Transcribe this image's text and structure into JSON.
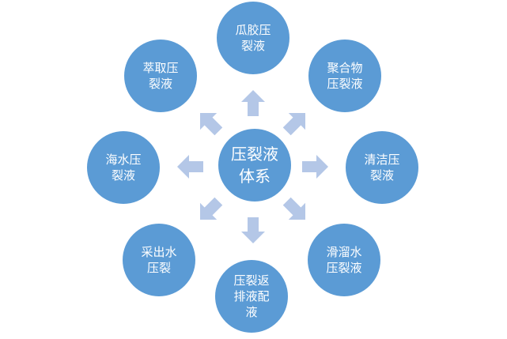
{
  "colors": {
    "node_fill": "#5b9bd5",
    "arrow_fill": "#b4c7e7",
    "text": "#ffffff"
  },
  "center": {
    "label": "压裂液\n体系"
  },
  "nodes": [
    {
      "id": "gua-jiao",
      "label": "瓜胶压\n裂液"
    },
    {
      "id": "ju-he-wu",
      "label": "聚合物\n压裂液"
    },
    {
      "id": "qing-jie",
      "label": "清洁压\n裂液"
    },
    {
      "id": "hua-liu-shui",
      "label": "滑溜水\n压裂液"
    },
    {
      "id": "fan-pai-ye",
      "label": "压裂返\n排液配\n液"
    },
    {
      "id": "cai-chu-shui",
      "label": "采出水\n压裂"
    },
    {
      "id": "hai-shui",
      "label": "海水压\n裂液"
    },
    {
      "id": "cui-qu",
      "label": "萃取压\n裂液"
    }
  ],
  "arrows": {
    "icon": "block-arrow-icon",
    "directions": [
      "up",
      "up-right",
      "right",
      "down-right",
      "down",
      "down-left",
      "left",
      "up-left"
    ]
  }
}
